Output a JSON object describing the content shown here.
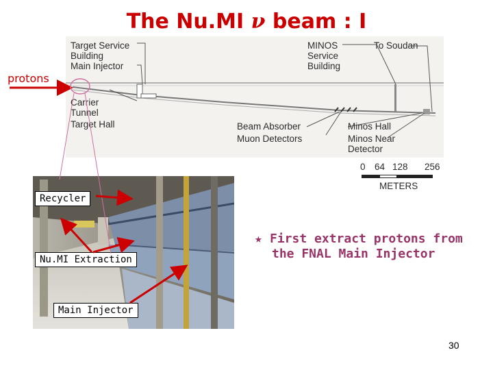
{
  "title": {
    "prefix": "The Nu.MI",
    "symbol": "ν",
    "suffix": "beam : I"
  },
  "diagram": {
    "target_service_building": [
      "Target Service",
      "Building"
    ],
    "main_injector": "Main Injector",
    "carrier_tunnel": [
      "Carrier",
      "Tunnel"
    ],
    "target_hall": "Target Hall",
    "minos_service_building": [
      "MINOS",
      "Service",
      "Building"
    ],
    "to_soudan": "To Soudan",
    "beam_absorber": "Beam Absorber",
    "muon_detectors": "Muon Detectors",
    "minos_hall": "Minos Hall",
    "minos_near_detector": [
      "Minos Near",
      "Detector"
    ],
    "scale_ticks": [
      "0",
      "64",
      "128",
      "256"
    ],
    "scale_unit": "METERS"
  },
  "protons_label": "protons",
  "photo_callouts": {
    "recycler": "Recycler",
    "numi_extraction": "Nu.MI Extraction",
    "main_injector": "Main Injector"
  },
  "bullet": {
    "line1": "First extract protons from",
    "line2": "the FNAL Main Injector"
  },
  "page_number": "30",
  "colors": {
    "title": "#cc0000",
    "arrows": "#cc0000",
    "bullet": "#993366"
  }
}
